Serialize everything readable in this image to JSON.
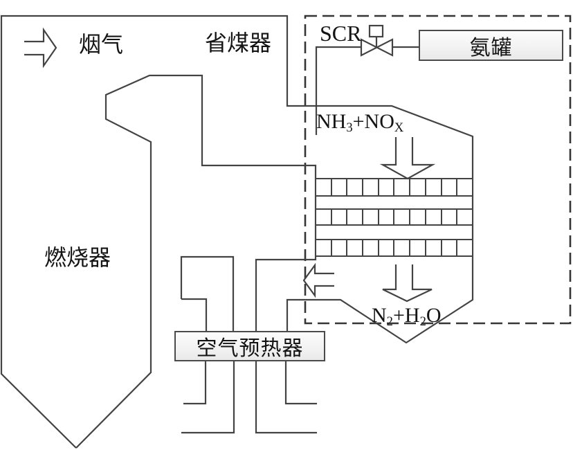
{
  "diagram": {
    "title": "SCR flue-gas denitrification system schematic",
    "colors": {
      "line": "#434343",
      "dashed_border": "#353535",
      "text": "#141414",
      "box_fill_light": "#fcfcfc",
      "box_fill_dark": "#e9e9e9"
    },
    "labels": {
      "flue_gas": "烟气",
      "economizer": "省煤器",
      "burner": "燃烧器",
      "scr": "SCR",
      "ammonia_tank": "氨罐",
      "air_preheater": "空气预热器"
    },
    "formulas": {
      "inlet": {
        "p1": "NH",
        "sub1": "3",
        "p2": "+NO",
        "sub2": "X"
      },
      "outlet": {
        "p1": "N",
        "sub1": "2",
        "p2": "+H",
        "sub2": "2",
        "p3": "O"
      }
    }
  }
}
